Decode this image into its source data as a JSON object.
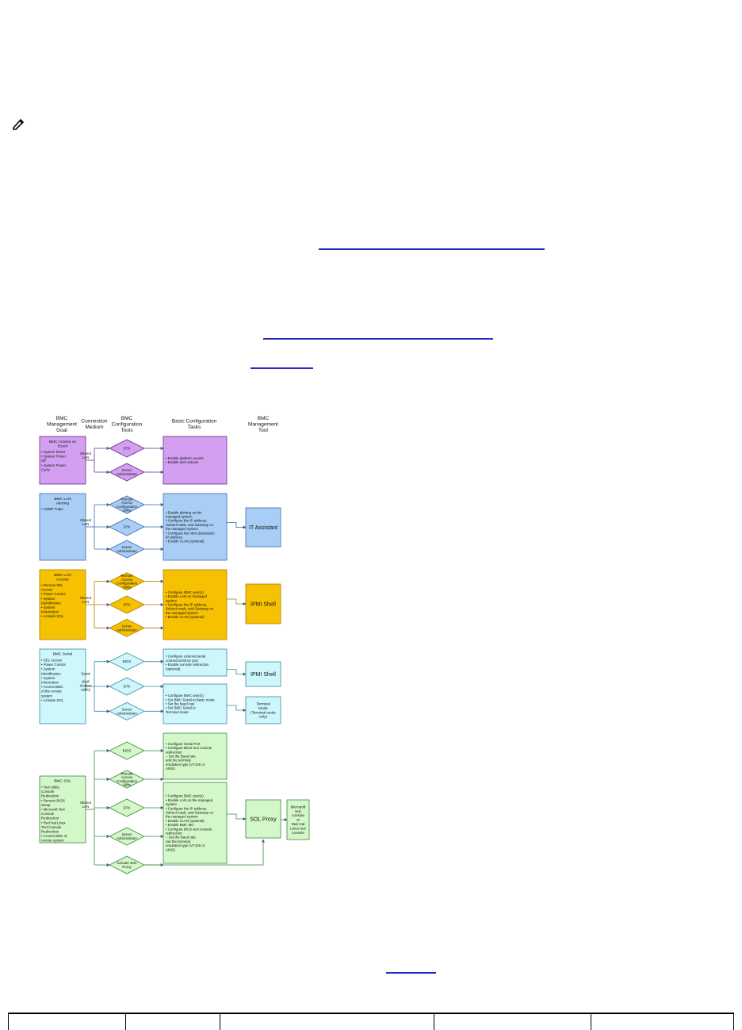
{
  "diagram": {
    "headers": {
      "goal": [
        "BMC",
        "Management",
        "Goal"
      ],
      "medium": [
        "Connection",
        "Medium"
      ],
      "tools": [
        "BMC",
        "Configuration",
        "Tools"
      ],
      "tasks": [
        "Basic Configuration",
        "Tasks"
      ],
      "mgmt": [
        "BMC",
        "Management",
        "Tool"
      ]
    },
    "colors": {
      "purple": "#d39ff0",
      "blue": "#a8cef5",
      "orange": "#f6c100",
      "cyan": "#cdf7fb",
      "green": "#d3f7c8"
    },
    "rows": [
      {
        "goal": {
          "title": [
            "BMC Actions on",
            "Event"
          ],
          "items": [
            "• System Reset",
            "• System Power",
            "  Off",
            "• System Power",
            "  Cycle"
          ]
        },
        "medium": [
          "Shared",
          "LAN"
        ],
        "tools": [
          [
            "DTK"
          ],
          [
            "Server",
            "Administrator"
          ]
        ],
        "tasks": [
          [
            "• Enable platform events",
            "• Enable alert actions"
          ]
        ],
        "mgmt": []
      },
      {
        "goal": {
          "title": [
            "BMC LAN",
            "Alerting"
          ],
          "items": [
            "• SNMP Traps"
          ]
        },
        "medium": [
          "Shared",
          "LAN"
        ],
        "tools": [
          [
            "Remote",
            "Access",
            "Configuration",
            "Utility"
          ],
          [
            "DTK"
          ],
          [
            "Server",
            "Administrator"
          ]
        ],
        "tasks": [
          [
            "• Enable alerting on the",
            "  managed system",
            "• Configure the IP address,",
            "  Subnet mask, and Gateway on",
            "  the managed system",
            "• Configure the Alert destination",
            "  IP address",
            "• Enable VLAN (optional)"
          ]
        ],
        "mgmt": [
          [
            "IT Assistant"
          ]
        ]
      },
      {
        "goal": {
          "title": [
            "BMC LAN",
            "Access"
          ],
          "items": [
            "• Remote SEL",
            "  Access",
            "• Power Control",
            "• System",
            "  Identification",
            "• System",
            "  Information",
            "• Activate SOL"
          ]
        },
        "medium": [
          "Shared",
          "LAN"
        ],
        "tools": [
          [
            "Remote",
            "Access",
            "Configuration",
            "Utility"
          ],
          [
            "DTK"
          ],
          [
            "Server",
            "Administrator"
          ]
        ],
        "tasks": [
          [
            "• Configure BMC user(s)",
            "• Enable LAN on managed",
            "  system",
            "• Configure the IP address,",
            "  Subnet mask, and Gateway on",
            "  the managed system",
            "• Enable VLAN (optional)"
          ]
        ],
        "mgmt": [
          [
            "IPMI Shell"
          ]
        ]
      },
      {
        "goal": {
          "title": [
            "BMC Serial"
          ],
          "items": [
            "• SEL Access",
            "• Power Control",
            "• System",
            "  Identification",
            "• System",
            "  Information",
            "• Access BMC",
            "  of the remote",
            "  system",
            "• Activate SOL"
          ]
        },
        "medium": [
          "Serial",
          "",
          "(Null",
          "modem",
          "cable)"
        ],
        "tools": [
          [
            "BIOS"
          ],
          [
            "DTK"
          ],
          [
            "Server",
            "Administrator"
          ]
        ],
        "tasks": [
          [
            "• Configure external serial",
            "  connector/mirror port",
            "• Enable console redirection",
            "  (optional)"
          ],
          [
            "• Configure BMC user(s)",
            "• Set BMC Serial to Basic mode",
            "• Set the baud rate",
            "• Set BMC Serial to",
            "  Terminal mode"
          ]
        ],
        "mgmt": [
          [
            "IPMI Shell"
          ],
          [
            "Terminal",
            "Mode",
            "(Terminal mode",
            "only)"
          ]
        ]
      },
      {
        "goal": {
          "title": [
            "BMC SOL"
          ],
          "items": [
            "• Text Utility",
            "  Console",
            "  Redirection",
            "• Remote BIOS",
            "  Setup",
            "• Microsoft Text",
            "  Console",
            "  Redirection",
            "• Red Hat Linux",
            "  Text Console",
            "  Redirection",
            "• Access BMC of",
            "  remote system"
          ]
        },
        "medium": [
          "Shared",
          "LAN"
        ],
        "tools": [
          [
            "BIOS"
          ],
          [
            "Remote",
            "Access",
            "Configuration",
            "Utility"
          ],
          [
            "DTK"
          ],
          [
            "Server",
            "Administrator"
          ],
          [
            "Activate SOL",
            "Proxy"
          ]
        ],
        "tasks": [
          [
            "• Configure Serial Port",
            "• Configure BIOS text console",
            "  redirection",
            "  – Set the Baud rate",
            "    and the terminal",
            "    emulation type (VT100 or",
            "    ANSI)"
          ],
          [
            "• Configure BMC user(s)",
            "• Enable LAN on the managed",
            "  system",
            "• Configure the IP address,",
            "  Subnet mask, and Gateway on",
            "  the managed system",
            "• Enable VLAN (optional)",
            "• Enable BMC MC",
            "• Configure BIOS text console",
            "  redirection",
            "  – Set the Baud rate",
            "    Set the terminal",
            "    emulation type (VT100 or",
            "    ANSI)"
          ]
        ],
        "mgmt": [
          [
            "SOL Proxy"
          ],
          [
            "Microsoft",
            "text",
            "console",
            "or",
            "Red Hat",
            "Linux text",
            "console"
          ]
        ]
      }
    ]
  }
}
